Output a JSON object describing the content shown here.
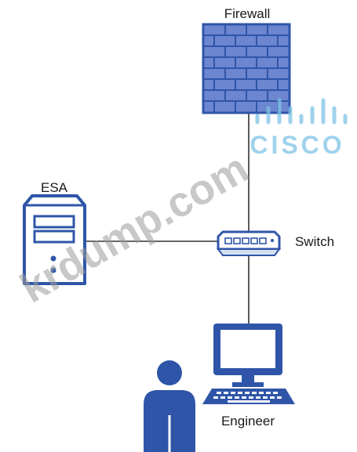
{
  "nodes": {
    "firewall": {
      "label": "Firewall"
    },
    "esa": {
      "label": "ESA"
    },
    "switch": {
      "label": "Switch"
    },
    "engineer": {
      "label": "Engineer"
    }
  },
  "watermarks": {
    "cisco_logo_text": "CISCO",
    "site": "krdump.com"
  },
  "colors": {
    "icon_blue": "#2e55a8",
    "icon_fill": "#7a93d6",
    "firewall_fill": "#6d86d0",
    "line": "#333333",
    "watermark": "#9a9a9a",
    "cisco_logo": "#7fc3e6"
  }
}
